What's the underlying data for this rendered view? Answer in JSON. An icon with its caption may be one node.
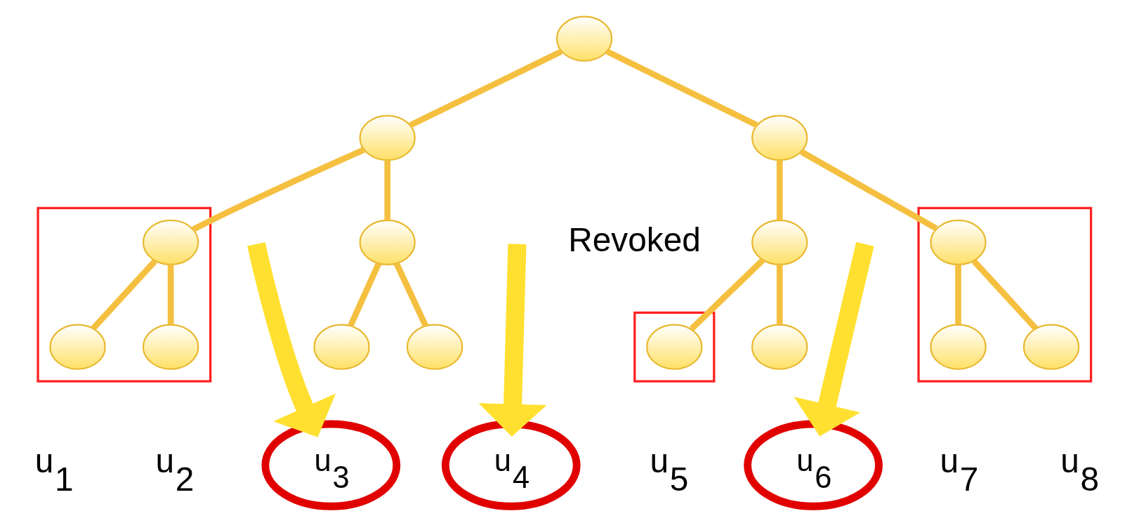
{
  "diagram": {
    "nodes": [
      {
        "text": [],
        "shape": "circle"
      },
      {
        "text": [],
        "shape": "circle"
      },
      {
        "text": [],
        "shape": "circle"
      },
      {
        "text": [],
        "shape": "triangle"
      },
      {
        "text": [],
        "shape": "circle",
        "in": 3
      },
      {
        "text": [],
        "shape": "circle"
      },
      {
        "text": [],
        "shape": "circle"
      },
      {
        "text": [],
        "shape": "triangle"
      },
      {
        "text": [],
        "shape": "circle",
        "in": 7
      },
      {
        "text": [],
        "shape": "circle",
        "in": 3
      },
      {
        "text": [],
        "shape": "circle",
        "in": 3
      },
      {
        "text": [],
        "shape": "circle"
      },
      {
        "text": [],
        "shape": "circle"
      },
      {
        "text": [],
        "shape": "triangle"
      },
      {
        "text": [],
        "shape": "circle",
        "in": 13
      },
      {
        "text": [],
        "shape": "circle"
      },
      {
        "text": [],
        "shape": "circle",
        "in": 7
      },
      {
        "text": [],
        "shape": "circle",
        "in": 7
      },
      {
        "text": [
          "u$_{3}$"
        ]
      },
      {
        "text": [
          "u$_{4}$"
        ]
      },
      {
        "text": [
          "u$_{6}$"
        ]
      }
    ],
    "edges": [
      {
        "from": 0,
        "to": 1,
        "arrow": "none"
      },
      {
        "from": 0,
        "to": 2,
        "arrow": "none"
      },
      {
        "from": 1,
        "to": 4,
        "arrow": "none"
      },
      {
        "from": 1,
        "to": 5,
        "arrow": "none"
      },
      {
        "from": 2,
        "to": 6,
        "arrow": "none"
      },
      {
        "from": 2,
        "to": 8,
        "arrow": "none"
      },
      {
        "from": 4,
        "to": 9,
        "arrow": "none"
      },
      {
        "from": 4,
        "to": 10,
        "arrow": "none"
      },
      {
        "from": 5,
        "to": 11,
        "arrow": "none"
      },
      {
        "from": 5,
        "to": 12,
        "arrow": "none"
      },
      {
        "from": 6,
        "to": 14,
        "arrow": "none"
      },
      {
        "from": 6,
        "to": 15,
        "arrow": "none"
      },
      {
        "from": 8,
        "to": 16,
        "arrow": "none"
      },
      {
        "from": 8,
        "to": 17,
        "arrow": "none"
      },
      {
        "from": null,
        "to": 18,
        "arrow": "to",
        "style": "thick",
        "color": "#ffe030"
      },
      {
        "from": null,
        "to": 19,
        "arrow": "to",
        "style": "thick",
        "color": "#ffe030"
      },
      {
        "from": null,
        "to": 20,
        "arrow": "to",
        "style": "thick",
        "color": "#ffe030"
      }
    ],
    "labels": [
      "u$_{1}$",
      "u$_{2}$",
      "u$_{5}$",
      "u$_{7}$",
      "u$_{8}$",
      "Revoked"
    ]
  }
}
